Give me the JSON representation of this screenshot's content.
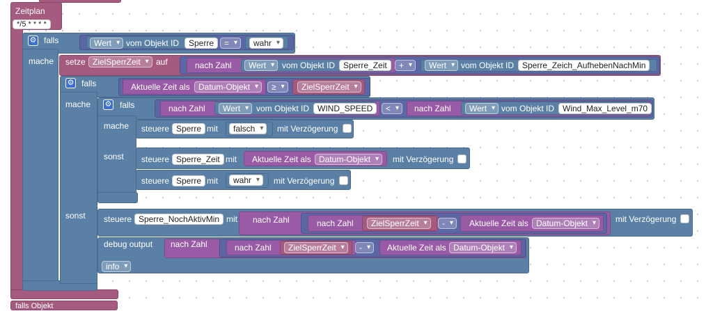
{
  "header": {
    "title": "Zeitplan",
    "cron": "*/5 * * * *"
  },
  "bottom_label": "falls Objekt",
  "if1": {
    "kw": "falls",
    "wert": "Wert",
    "vom": "vom Objekt ID",
    "obj": "Sperre",
    "op": "=",
    "val": "wahr"
  },
  "set": {
    "mache": "mache",
    "setze": "setze",
    "var": "ZielSperrZeit",
    "auf": "auf",
    "nach_zahl": "nach Zahl",
    "wert1": "Wert",
    "vom1": "vom Objekt ID",
    "obj1": "Sperre_Zeit",
    "plus": "+",
    "wert2": "Wert",
    "vom2": "vom Objekt ID",
    "obj2": "Sperre_Zeich_AufhebenNachMin"
  },
  "if2": {
    "kw": "falls",
    "zeit": "Aktuelle Zeit als",
    "fmt": "Datum-Objekt",
    "op": "≥",
    "var": "ZielSperrZeit"
  },
  "if3": {
    "mache": "mache",
    "kw": "falls",
    "nz1": "nach Zahl",
    "wert1": "Wert",
    "vom1": "vom Objekt ID",
    "obj1": "WIND_SPEED",
    "op": "<",
    "nz2": "nach Zahl",
    "wert2": "Wert",
    "vom2": "vom Objekt ID",
    "obj2": "Wind_Max_Level_m70"
  },
  "inner": {
    "mache": "mache",
    "sonst": "sonst",
    "s1": {
      "steuere": "steuere",
      "obj": "Sperre",
      "mit": "mit",
      "val": "falsch",
      "delay": "mit Verzögerung"
    },
    "s2": {
      "steuere": "steuere",
      "obj": "Sperre_Zeit",
      "mit": "mit",
      "zeit": "Aktuelle Zeit als",
      "fmt": "Datum-Objekt",
      "delay": "mit Verzögerung"
    },
    "s3": {
      "steuere": "steuere",
      "obj": "Sperre",
      "mit": "mit",
      "val": "wahr",
      "delay": "mit Verzögerung"
    }
  },
  "else": {
    "sonst": "sonst",
    "steuere": "steuere",
    "obj": "Sperre_NochAktivMin",
    "mit": "mit",
    "nz_outer": "nach Zahl",
    "nz_inner": "nach Zahl",
    "var": "ZielSperrZeit",
    "minus": "-",
    "zeit": "Aktuelle Zeit als",
    "fmt": "Datum-Objekt",
    "delay": "mit Verzögerung"
  },
  "debug": {
    "label": "debug output",
    "nz_outer": "nach Zahl",
    "nz_inner": "nach Zahl",
    "var": "ZielSperrZeit",
    "minus": "-",
    "zeit": "Aktuelle Zeit als",
    "fmt": "Datum-Objekt",
    "level": "info"
  }
}
